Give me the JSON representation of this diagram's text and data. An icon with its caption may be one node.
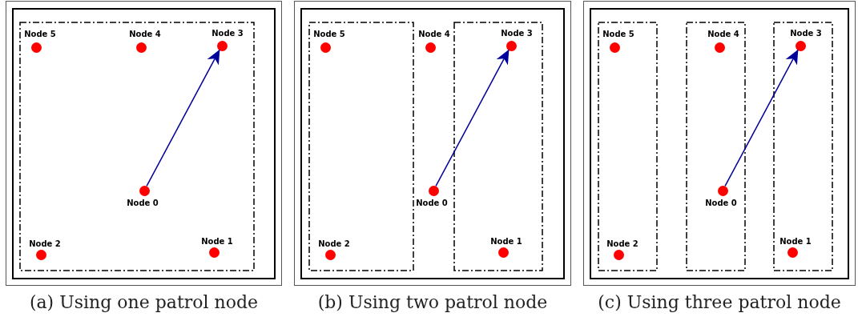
{
  "diagram": {
    "nodes": [
      {
        "text": [],
        "shape": "box",
        "beside": [
          "(a) Using one patrol node"
        ]
      },
      {
        "text": [],
        "shape": "box",
        "in": 0
      },
      {
        "text": [],
        "shape": "circle",
        "beside": [
          "Node 5"
        ],
        "in": 1
      },
      {
        "text": [],
        "shape": "circle",
        "beside": [
          "Node 4"
        ],
        "in": 1
      },
      {
        "text": [],
        "shape": "circle",
        "beside": [
          "Node 3"
        ],
        "in": 1
      },
      {
        "text": [],
        "shape": "circle",
        "beside": [
          "Node 0"
        ],
        "in": 1
      },
      {
        "text": [],
        "shape": "circle",
        "beside": [
          "Node 2"
        ],
        "in": 1
      },
      {
        "text": [],
        "shape": "circle",
        "beside": [
          "Node 1"
        ],
        "in": 1
      },
      {
        "text": [],
        "shape": "box",
        "beside": [
          "(b) Using two patrol node"
        ]
      },
      {
        "text": [],
        "shape": "box",
        "in": 8
      },
      {
        "text": [],
        "shape": "box",
        "in": 8
      },
      {
        "text": [],
        "shape": "circle",
        "beside": [
          "Node 5"
        ],
        "in": 9
      },
      {
        "text": [],
        "shape": "circle",
        "beside": [
          "Node 4"
        ],
        "in": 8
      },
      {
        "text": [],
        "shape": "circle",
        "beside": [
          "Node 3"
        ],
        "in": 10
      },
      {
        "text": [],
        "shape": "circle",
        "beside": [
          "Node 0"
        ],
        "in": 8
      },
      {
        "text": [],
        "shape": "circle",
        "beside": [
          "Node 2"
        ],
        "in": 9
      },
      {
        "text": [],
        "shape": "circle",
        "beside": [
          "Node 1"
        ],
        "in": 10
      },
      {
        "text": [],
        "shape": "box",
        "beside": [
          "(c) Using three patrol node"
        ]
      },
      {
        "text": [],
        "shape": "box",
        "in": 17
      },
      {
        "text": [],
        "shape": "box",
        "in": 17
      },
      {
        "text": [],
        "shape": "box",
        "in": 17
      },
      {
        "text": [],
        "shape": "circle",
        "beside": [
          "Node 5"
        ],
        "in": 18
      },
      {
        "text": [],
        "shape": "circle",
        "beside": [
          "Node 4"
        ],
        "in": 19
      },
      {
        "text": [],
        "shape": "circle",
        "beside": [
          "Node 3"
        ],
        "in": 20
      },
      {
        "text": [],
        "shape": "circle",
        "beside": [
          "Node 0"
        ],
        "in": 19
      },
      {
        "text": [],
        "shape": "circle",
        "beside": [
          "Node 2"
        ],
        "in": 18
      },
      {
        "text": [],
        "shape": "circle",
        "beside": [
          "Node 1"
        ],
        "in": 20
      }
    ],
    "edges": [
      {
        "from": 5,
        "to": 4,
        "arrow": "to"
      },
      {
        "from": 14,
        "to": 13,
        "arrow": "to"
      },
      {
        "from": 24,
        "to": 23,
        "arrow": "to"
      }
    ]
  }
}
